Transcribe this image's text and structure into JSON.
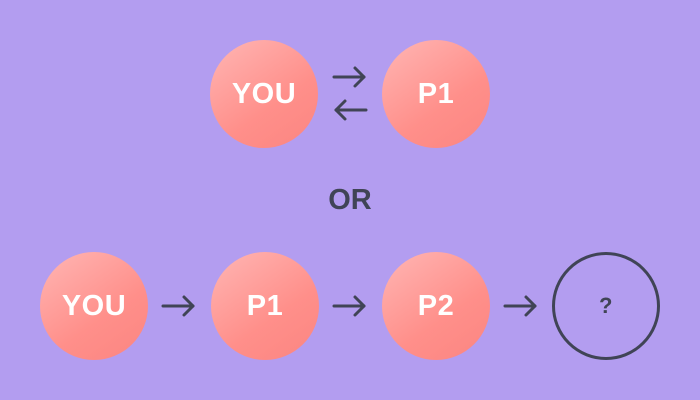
{
  "background": "#b39df0",
  "node_fill": "#ff9893",
  "node_text_color": "#ffffff",
  "ink_color": "#404456",
  "option_a": {
    "nodes": [
      {
        "label": "YOU"
      },
      {
        "label": "P1"
      }
    ],
    "connector": "bidirectional"
  },
  "separator": "OR",
  "option_b": {
    "nodes": [
      {
        "label": "YOU"
      },
      {
        "label": "P1"
      },
      {
        "label": "P2"
      },
      {
        "label": "?",
        "style": "outline"
      }
    ],
    "connector": "forward"
  }
}
